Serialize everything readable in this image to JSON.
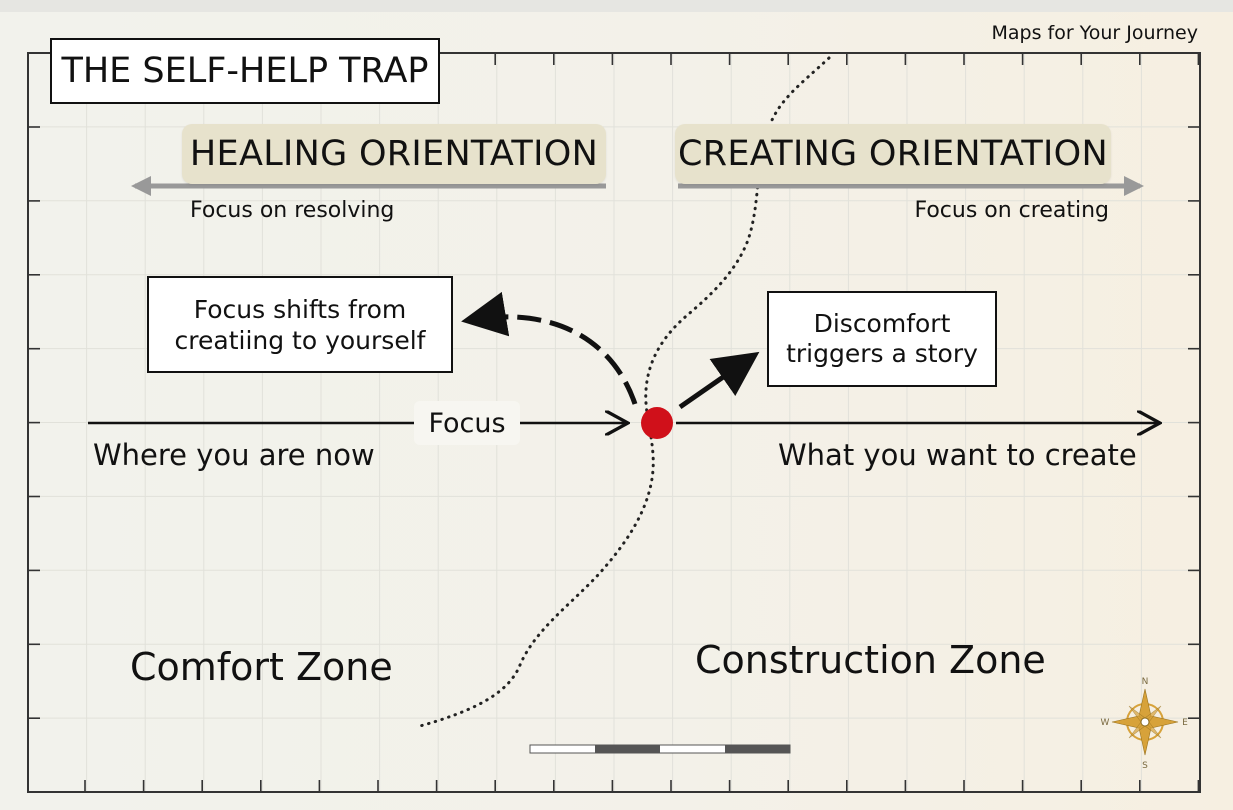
{
  "brand": "Maps for Your Journey",
  "title": "THE SELF-HELP TRAP",
  "orientations": {
    "left_heading": "HEALING ORIENTATION",
    "left_caption": "Focus on resolving",
    "right_heading": "CREATING ORIENTATION",
    "right_caption": "Focus on creating"
  },
  "callouts": {
    "shift_line1": "Focus shifts from",
    "shift_line2": "creatiing to  yourself",
    "discomfort_line1": "Discomfort",
    "discomfort_line2": "triggers a story"
  },
  "axis": {
    "focus_label": "Focus",
    "start_label": "Where you are now",
    "end_label": "What you want to create"
  },
  "zones": {
    "comfort": "Comfort Zone",
    "construction": "Construction Zone"
  },
  "compass": {
    "n": "N",
    "s": "S",
    "e": "E",
    "w": "W"
  },
  "colors": {
    "marker": "#d0101a",
    "pill_bg": "#e7e2cc",
    "arrow_gray": "#999999",
    "compass_gold": "#d7a23a",
    "paper": "#f4f3ec"
  }
}
